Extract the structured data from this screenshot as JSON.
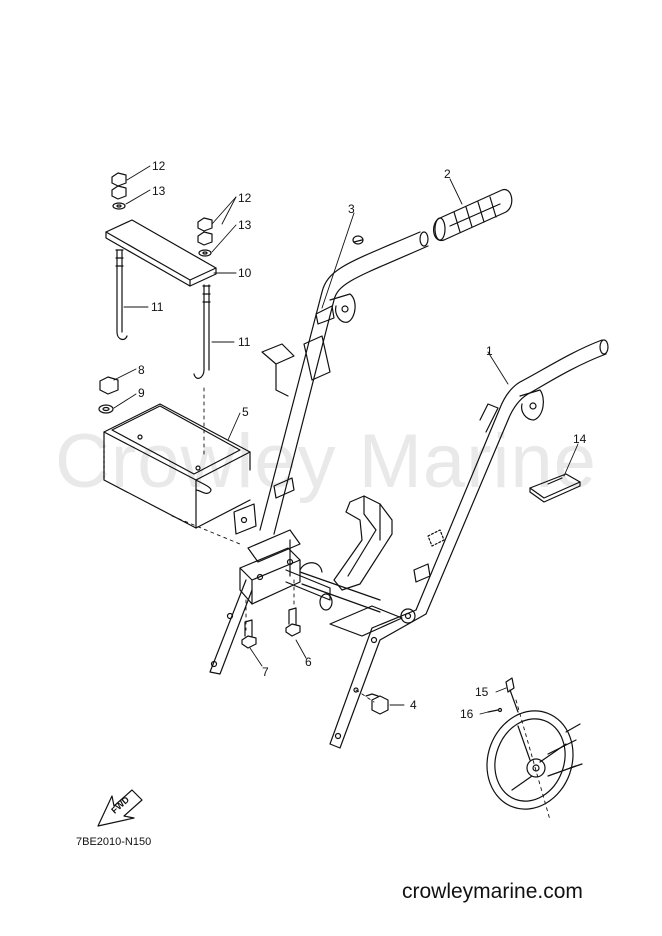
{
  "watermark": "Crowley Marine",
  "diagram_code": "7BE2010-N150",
  "site": "crowleymarine.com",
  "direction_arrow": "FWD",
  "callouts": [
    {
      "id": "c1",
      "num": "1"
    },
    {
      "id": "c2",
      "num": "2"
    },
    {
      "id": "c3",
      "num": "3"
    },
    {
      "id": "c4",
      "num": "4"
    },
    {
      "id": "c5",
      "num": "5"
    },
    {
      "id": "c6",
      "num": "6"
    },
    {
      "id": "c7",
      "num": "7"
    },
    {
      "id": "c8",
      "num": "8"
    },
    {
      "id": "c9",
      "num": "9"
    },
    {
      "id": "c10",
      "num": "10"
    },
    {
      "id": "c11a",
      "num": "11"
    },
    {
      "id": "c11b",
      "num": "11"
    },
    {
      "id": "c12a",
      "num": "12"
    },
    {
      "id": "c12b",
      "num": "12"
    },
    {
      "id": "c13a",
      "num": "13"
    },
    {
      "id": "c13b",
      "num": "13"
    },
    {
      "id": "c14",
      "num": "14"
    },
    {
      "id": "c15",
      "num": "15"
    },
    {
      "id": "c16",
      "num": "16"
    }
  ]
}
